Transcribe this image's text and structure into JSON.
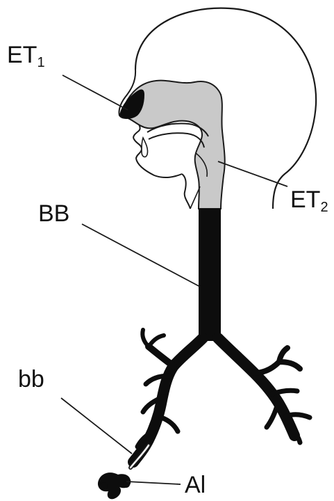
{
  "diagram": {
    "labels": {
      "et1": {
        "main": "ET",
        "sub": "1"
      },
      "et2": {
        "main": "ET",
        "sub": "2"
      },
      "bb_upper": "BB",
      "bb_lower": "bb",
      "al": "Al"
    },
    "colors": {
      "outline": "#1a1a1a",
      "airway_upper": "#c9c9c9",
      "airway_lower": "#0d0d0d",
      "background": "#ffffff"
    }
  }
}
